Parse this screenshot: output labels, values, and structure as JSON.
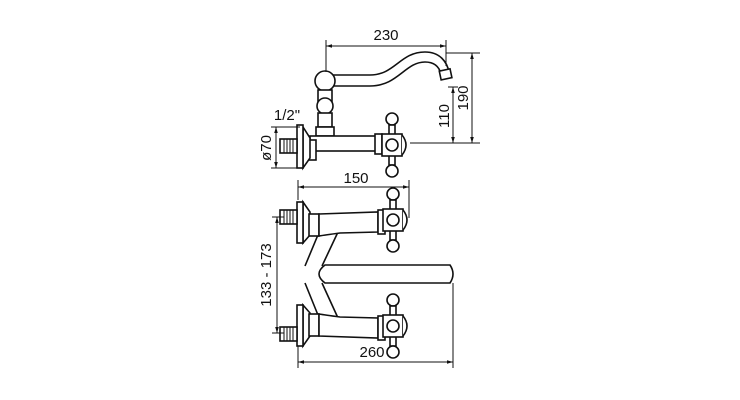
{
  "diagram": {
    "line_color": "#111111",
    "background": "#ffffff",
    "side_view": {
      "spout_reach": "230",
      "total_height": "190",
      "spout_height": "110",
      "thread_size": "1/2\"",
      "flange_diameter": "ø70"
    },
    "top_view": {
      "projection": "150",
      "inlet_spacing": "133 - 173",
      "spout_length": "260"
    }
  }
}
